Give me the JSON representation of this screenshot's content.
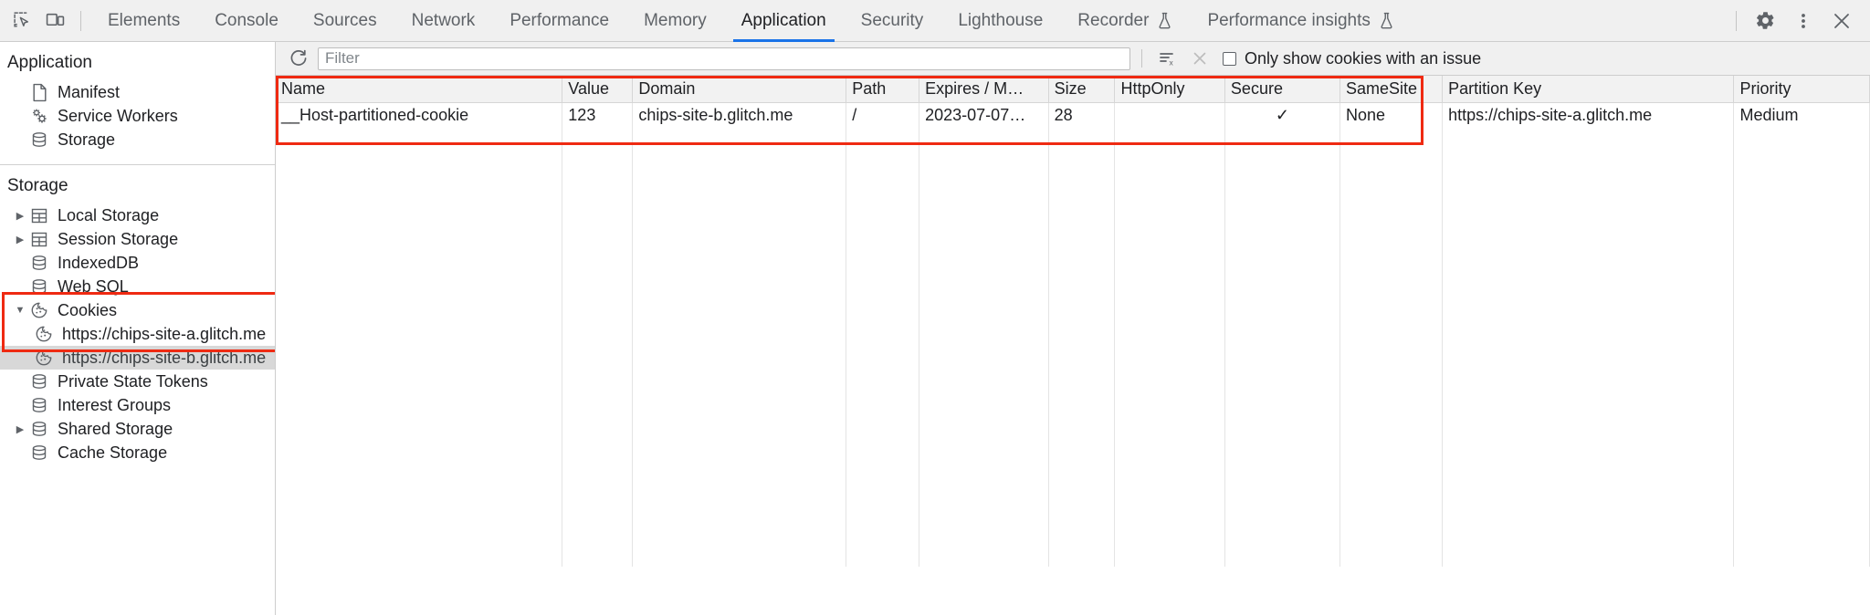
{
  "toolbar": {
    "inspect_icon": "inspect-element-icon",
    "device_icon": "device-toolbar-icon",
    "tabs": [
      {
        "label": "Elements",
        "selected": false,
        "experimental": false
      },
      {
        "label": "Console",
        "selected": false,
        "experimental": false
      },
      {
        "label": "Sources",
        "selected": false,
        "experimental": false
      },
      {
        "label": "Network",
        "selected": false,
        "experimental": false
      },
      {
        "label": "Performance",
        "selected": false,
        "experimental": false
      },
      {
        "label": "Memory",
        "selected": false,
        "experimental": false
      },
      {
        "label": "Application",
        "selected": true,
        "experimental": false
      },
      {
        "label": "Security",
        "selected": false,
        "experimental": false
      },
      {
        "label": "Lighthouse",
        "selected": false,
        "experimental": false
      },
      {
        "label": "Recorder",
        "selected": false,
        "experimental": true
      },
      {
        "label": "Performance insights",
        "selected": false,
        "experimental": true
      }
    ],
    "settings_icon": "gear-icon",
    "more_icon": "more-options-icon",
    "close_icon": "close-icon",
    "accent_color": "#1a73e8"
  },
  "sidebar": {
    "sections": [
      {
        "title": "Application",
        "items": [
          {
            "label": "Manifest",
            "icon": "manifest-document-icon",
            "level": 1,
            "twisty": "none",
            "selected": false
          },
          {
            "label": "Service Workers",
            "icon": "service-workers-gears-icon",
            "level": 1,
            "twisty": "none",
            "selected": false
          },
          {
            "label": "Storage",
            "icon": "database-icon",
            "level": 1,
            "twisty": "none",
            "selected": false
          }
        ]
      },
      {
        "title": "Storage",
        "items": [
          {
            "label": "Local Storage",
            "icon": "table-icon",
            "level": 1,
            "twisty": "collapsed",
            "selected": false
          },
          {
            "label": "Session Storage",
            "icon": "table-icon",
            "level": 1,
            "twisty": "collapsed",
            "selected": false
          },
          {
            "label": "IndexedDB",
            "icon": "database-icon",
            "level": 1,
            "twisty": "none",
            "selected": false
          },
          {
            "label": "Web SQL",
            "icon": "database-icon",
            "level": 1,
            "twisty": "none",
            "selected": false
          },
          {
            "label": "Cookies",
            "icon": "cookie-icon",
            "level": 1,
            "twisty": "expanded",
            "selected": false
          },
          {
            "label": "https://chips-site-a.glitch.me",
            "icon": "cookie-icon",
            "level": 2,
            "twisty": "none",
            "selected": false
          },
          {
            "label": "https://chips-site-b.glitch.me",
            "icon": "cookie-icon",
            "level": 2,
            "twisty": "none",
            "selected": true
          },
          {
            "label": "Private State Tokens",
            "icon": "database-icon",
            "level": 1,
            "twisty": "none",
            "selected": false
          },
          {
            "label": "Interest Groups",
            "icon": "database-icon",
            "level": 1,
            "twisty": "none",
            "selected": false
          },
          {
            "label": "Shared Storage",
            "icon": "database-icon",
            "level": 1,
            "twisty": "collapsed",
            "selected": false
          },
          {
            "label": "Cache Storage",
            "icon": "database-icon",
            "level": 1,
            "twisty": "none",
            "selected": false
          }
        ]
      }
    ]
  },
  "filterbar": {
    "refresh_icon": "refresh-icon",
    "filter_placeholder": "Filter",
    "filter_value": "",
    "clear_filtered_icon": "clear-filtered-cookies-icon",
    "clear_all_icon": "clear-all-cookies-icon",
    "only_issues_label": "Only show cookies with an issue",
    "only_issues_checked": false
  },
  "table": {
    "columns": [
      "Name",
      "Value",
      "Domain",
      "Path",
      "Expires / M…",
      "Size",
      "HttpOnly",
      "Secure",
      "SameSite",
      "Partition Key",
      "Priority"
    ],
    "rows": [
      {
        "Name": "__Host-partitioned-cookie",
        "Value": "123",
        "Domain": "chips-site-b.glitch.me",
        "Path": "/",
        "Expires / M…": "2023-07-07…",
        "Size": "28",
        "HttpOnly": "",
        "Secure": "✓",
        "SameSite": "None",
        "Partition Key": "https://chips-site-a.glitch.me",
        "Priority": "Medium"
      }
    ]
  },
  "annotations": {
    "highlight_color": "#ef2a12",
    "boxes": [
      "cookies-group-highlight",
      "cookie-table-highlight"
    ]
  }
}
